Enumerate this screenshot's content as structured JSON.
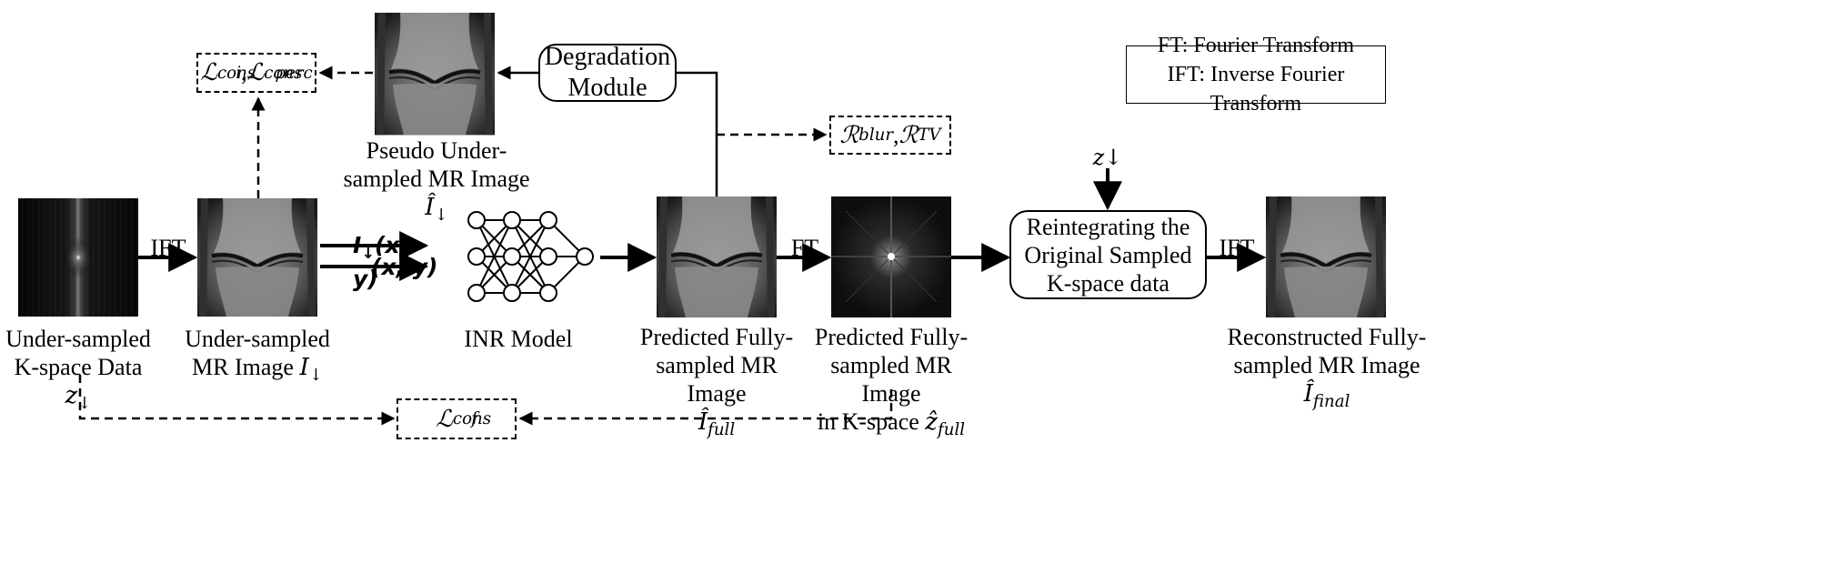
{
  "labels": {
    "ift1": "IFT",
    "ft": "FT",
    "ift2": "IFT",
    "z_down_top": "z↓"
  },
  "captions": {
    "kspace": {
      "line1": "Under-sampled",
      "line2a": "K-space Data ",
      "sym": "z",
      "sub": "↓"
    },
    "mr_under": {
      "line1": "Under-sampled",
      "line2a": "MR Image ",
      "sym": "I",
      "sub": "↓"
    },
    "inr": {
      "line1": "INR Model"
    },
    "pseudo": {
      "line1": "Pseudo Under-",
      "line2a": "sampled MR Image ",
      "sym": "Î",
      "sub": "↓"
    },
    "pred_full": {
      "line1": "Predicted Fully-",
      "line2": "sampled MR Image",
      "sym": "Î",
      "sub": "full"
    },
    "pred_k": {
      "line1": "Predicted Fully-",
      "line2": "sampled MR Image",
      "line3a": "in K-space ",
      "sym": "ẑ",
      "sub": "full"
    },
    "recon": {
      "line1": "Reconstructed Fully-",
      "line2a": "sampled MR Image ",
      "sym": "Î",
      "sub": "final"
    }
  },
  "inputs": {
    "i_xy": {
      "sym": "I",
      "sub": "↓",
      "rest": "(x, y)"
    },
    "xy": "(x, y)"
  },
  "boxes": {
    "degradation": {
      "line1": "Degradation",
      "line2": "Module"
    },
    "reintegrate": {
      "line1": "Reintegrating the",
      "line2": "Original Sampled",
      "line3": "K-space data"
    },
    "loss_top": {
      "a": "ℒ",
      "a_sub": "cons",
      "a_sup": "i",
      "sep": ", ",
      "b": "ℒ",
      "b_sub": "cons",
      "b_sup": "perc"
    },
    "reg": {
      "a": "ℛ",
      "a_sub": "blur",
      "sep": ", ",
      "b": "ℛ",
      "b_sub": "TV"
    },
    "loss_bottom": {
      "a": "ℒ",
      "a_sub": "cons",
      "a_sup": "f"
    }
  },
  "legend": {
    "line1": "FT: Fourier Transform",
    "line2": "IFT: Inverse Fourier Transform"
  }
}
